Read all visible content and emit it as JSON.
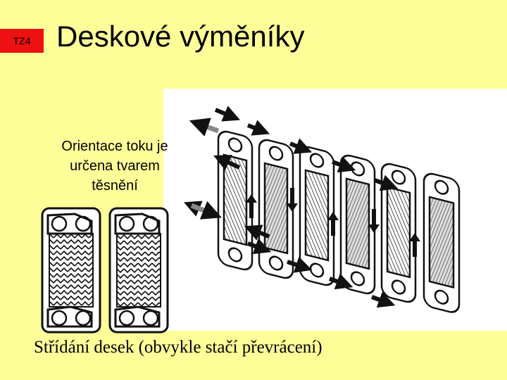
{
  "slide": {
    "badge": "TZ4",
    "title": "Deskové výměníky",
    "note_lines": [
      "Orientace toku je",
      "určena tvarem",
      "těsnění"
    ],
    "caption": "Střídání desek (obvykle stačí převrácení)"
  },
  "colors": {
    "background": "#FFFF99",
    "badge": "#EE1111"
  }
}
